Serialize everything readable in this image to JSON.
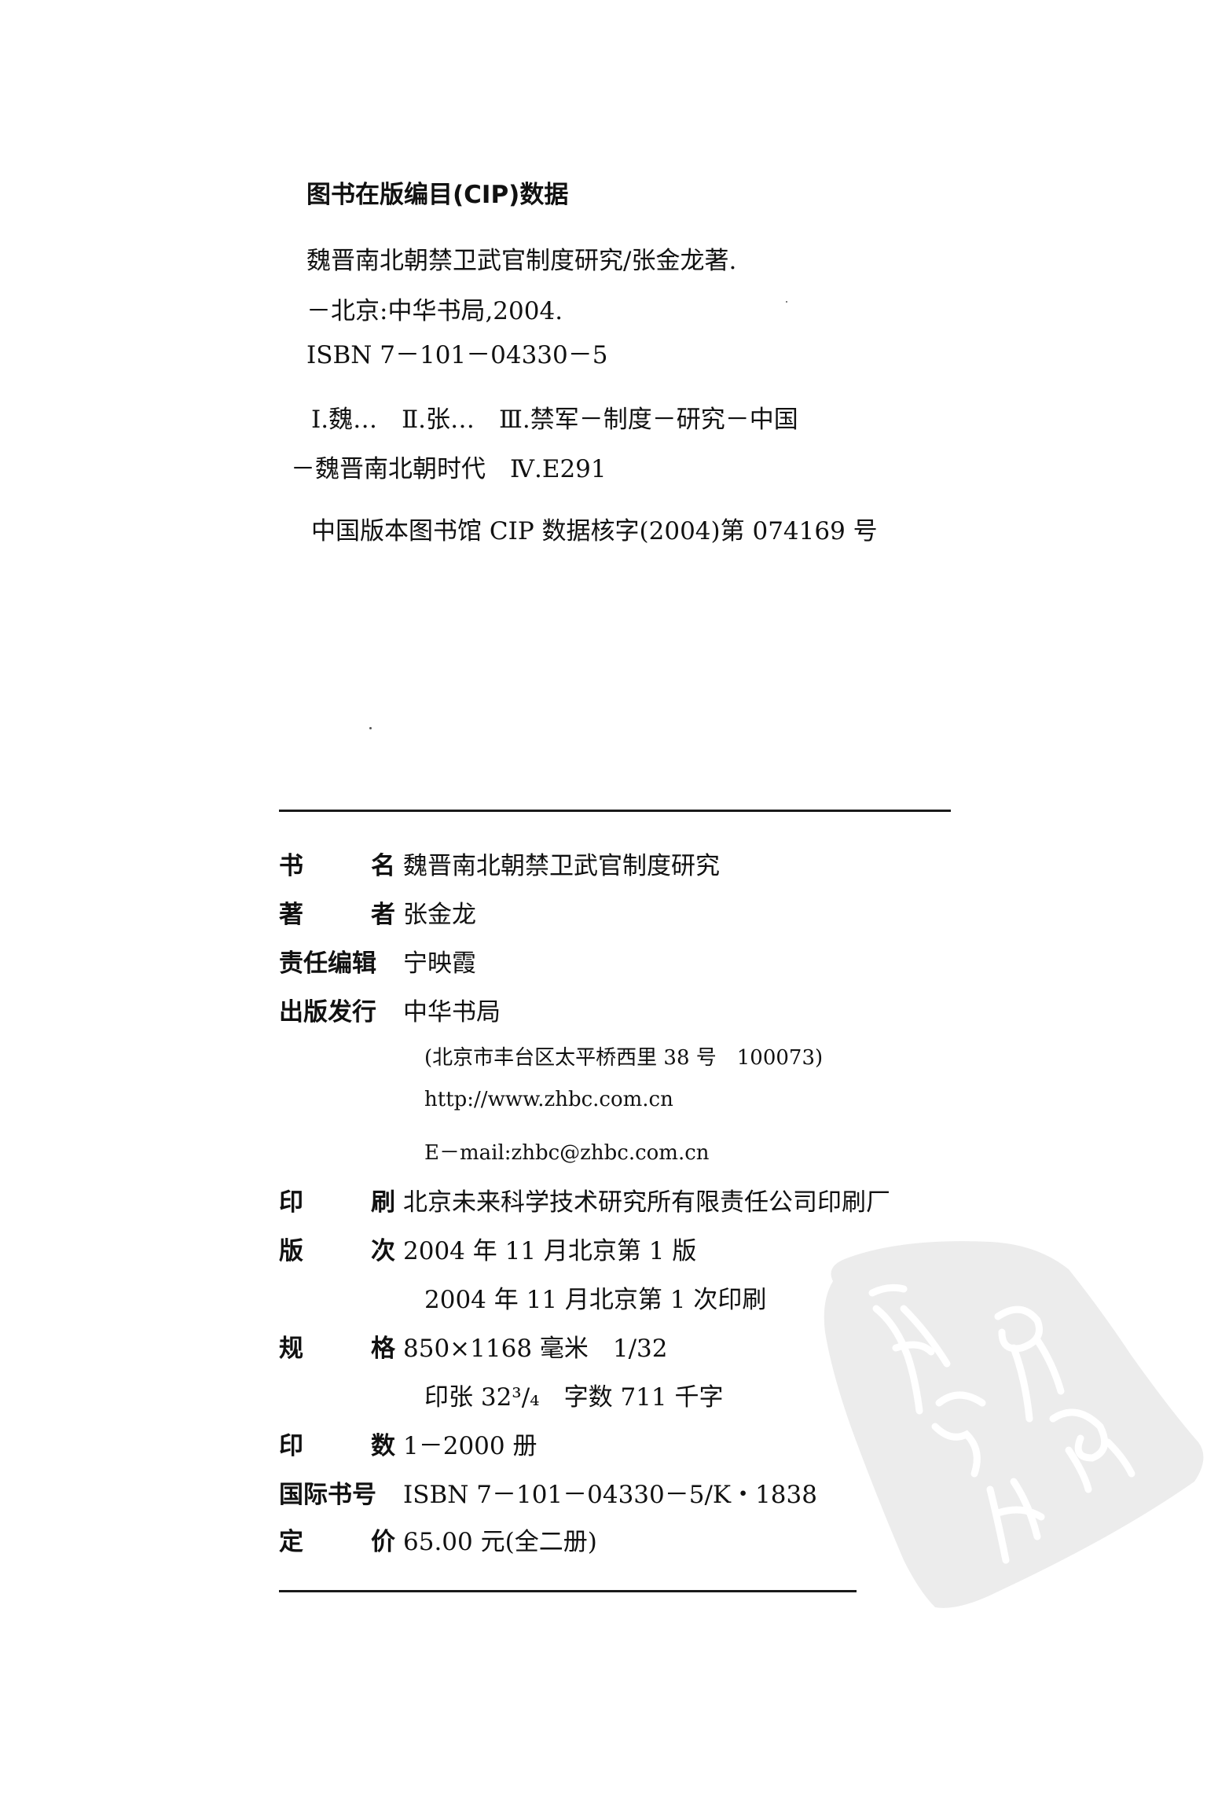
{
  "cip": {
    "title": "图书在版编目(CIP)数据",
    "line1": "魏晋南北朝禁卫武官制度研究/张金龙著.",
    "line2": "－北京:中华书局,2004.",
    "line3": "ISBN 7－101－04330－5",
    "line4": "Ⅰ.魏…　Ⅱ.张…　Ⅲ.禁军－制度－研究－中国",
    "line5": "－魏晋南北朝时代　Ⅳ.E291",
    "line6": "中国版本图书馆 CIP 数据核字(2004)第 074169 号"
  },
  "colophon": {
    "rows": [
      {
        "label_a": "书",
        "label_b": "名",
        "value": "魏晋南北朝禁卫武官制度研究"
      },
      {
        "label_a": "著",
        "label_b": "者",
        "value": "张金龙"
      },
      {
        "label": "责任编辑",
        "value": "宁映霞"
      },
      {
        "label": "出版发行",
        "value": "中华书局"
      },
      {
        "label_a": "印",
        "label_b": "刷",
        "value": "北京未来科学技术研究所有限责任公司印刷厂"
      },
      {
        "label_a": "版",
        "label_b": "次",
        "value": "2004 年 11 月北京第 1 版"
      },
      {
        "label_a": "规",
        "label_b": "格",
        "value": "850×1168 毫米　1/32"
      },
      {
        "label_a": "印",
        "label_b": "数",
        "value": "1－2000 册"
      },
      {
        "label": "国际书号",
        "value": "ISBN 7－101－04330－5/K・1838"
      },
      {
        "label_a": "定",
        "label_b": "价",
        "value": "65.00 元(全二册)"
      }
    ],
    "publisher_address": "(北京市丰台区太平桥西里 38 号　100073)",
    "publisher_url": "http://www.zhbc.com.cn",
    "publisher_email": "E－mail:zhbc@zhbc.com.cn",
    "printing_line": "2004 年 11 月北京第 1 次印刷",
    "sheets_line": "印张 32³/₄　字数 711 千字"
  },
  "watermark": {
    "icon": "seal-stamp-icon",
    "fill_color": "#ececec"
  }
}
